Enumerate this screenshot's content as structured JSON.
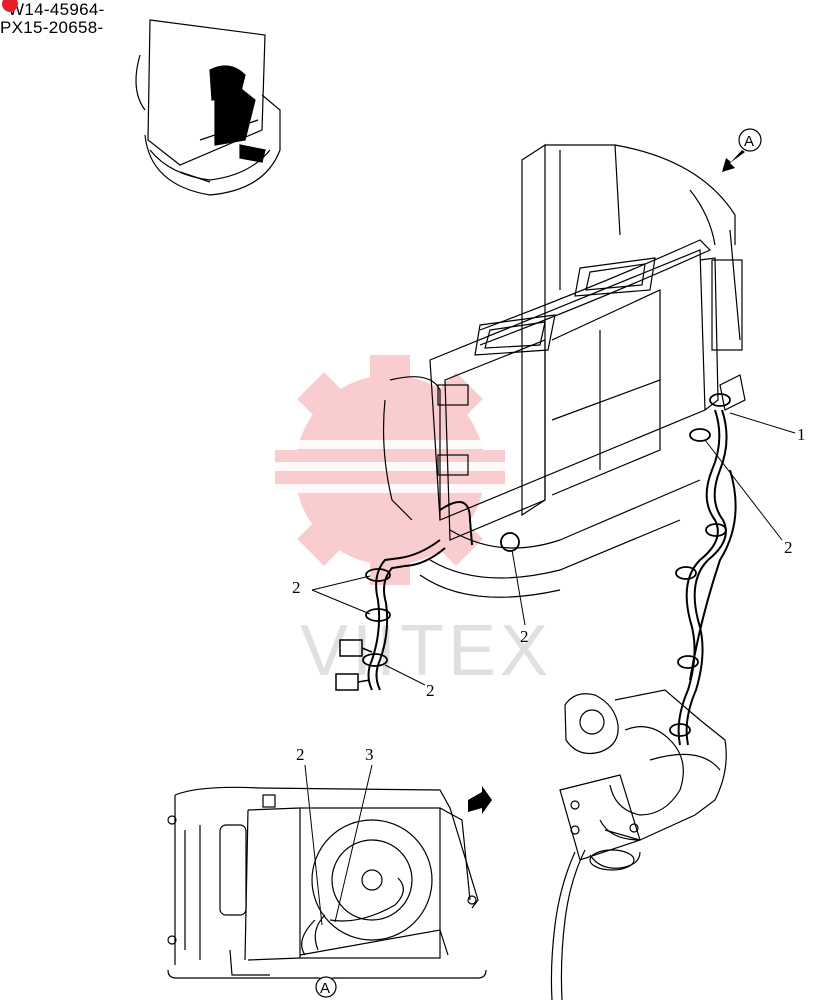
{
  "serials": {
    "line1": "W14-45964-",
    "line2": "PX15-20658-"
  },
  "callouts": {
    "c1": "1",
    "c2_right_lower": "2",
    "c2_left_upper": "2",
    "c2_left_lower": "2",
    "c2_center": "2",
    "c2_inset": "2",
    "c3_inset": "3"
  },
  "view_markers": {
    "main_view": "A",
    "inset_view": "A"
  },
  "watermark": {
    "text": "VIITEX",
    "color": "#e8202a"
  },
  "colors": {
    "line": "#000000",
    "paper": "#ffffff",
    "watermark_red": "#e8202a",
    "watermark_gray": "#c8c8c8"
  }
}
